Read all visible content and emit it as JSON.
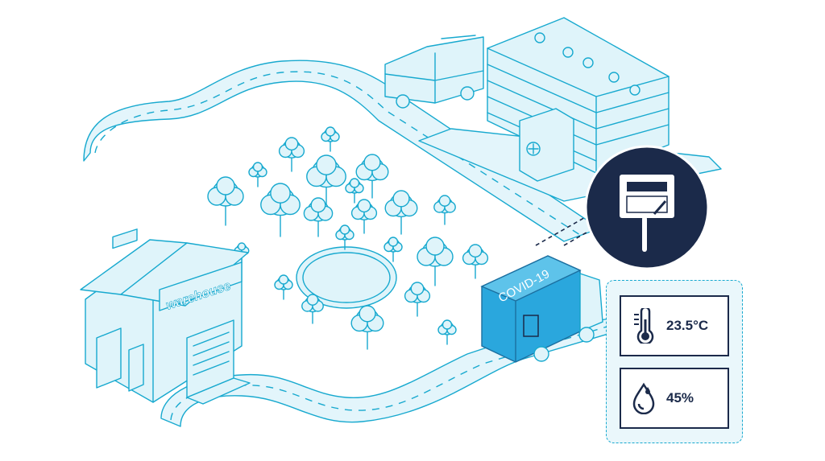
{
  "warehouse": {
    "sign": "warehouse"
  },
  "truck": {
    "label": "COVID-19"
  },
  "readings": {
    "temperature": {
      "value": "23.5°C",
      "icon": "thermometer-icon"
    },
    "humidity": {
      "value": "45%",
      "icon": "water-drop-icon"
    }
  },
  "colors": {
    "line": "#17a9cf",
    "fill": "#dff4fa",
    "truck": "#2aa7dd",
    "dark": "#1b2a4a"
  }
}
